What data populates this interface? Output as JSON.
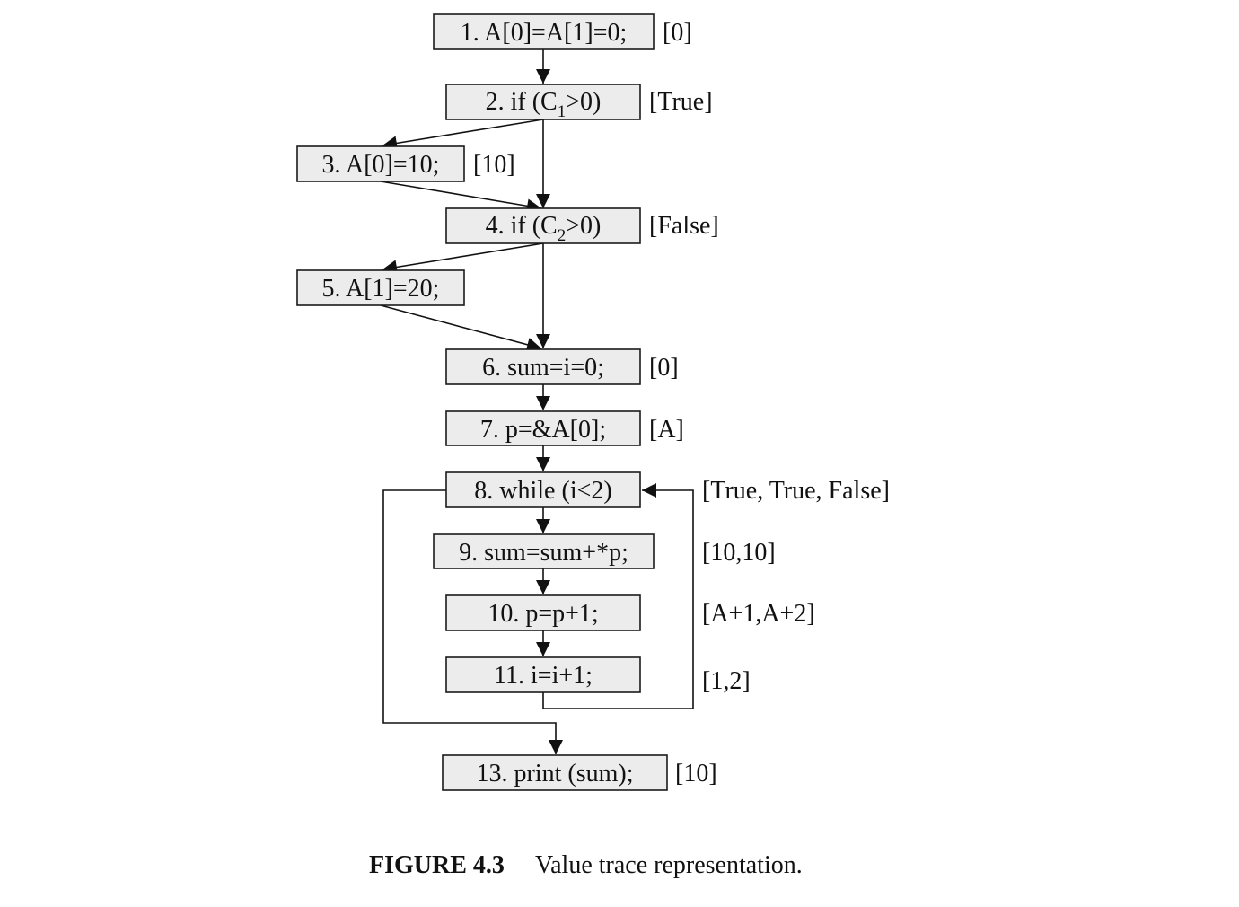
{
  "nodes": [
    {
      "id": "n1",
      "label": "1. A[0]=A[1]=0;",
      "trace": "[0]"
    },
    {
      "id": "n2",
      "label_pre": "2. if (C",
      "label_sub": "1",
      "label_post": ">0)",
      "trace": "[True]"
    },
    {
      "id": "n3",
      "label": "3. A[0]=10;",
      "trace": "[10]"
    },
    {
      "id": "n4",
      "label_pre": "4. if (C",
      "label_sub": "2",
      "label_post": ">0)",
      "trace": "[False]"
    },
    {
      "id": "n5",
      "label": "5. A[1]=20;",
      "trace": ""
    },
    {
      "id": "n6",
      "label": "6. sum=i=0;",
      "trace": "[0]"
    },
    {
      "id": "n7",
      "label": "7. p=&A[0];",
      "trace": "[A]"
    },
    {
      "id": "n8",
      "label": "8. while (i<2)",
      "trace": "[True, True, False]"
    },
    {
      "id": "n9",
      "label": "9. sum=sum+*p;",
      "trace": "[10,10]"
    },
    {
      "id": "n10",
      "label": "10. p=p+1;",
      "trace": "[A+1,A+2]"
    },
    {
      "id": "n11",
      "label": "11. i=i+1;",
      "trace": "[1,2]"
    },
    {
      "id": "n13",
      "label": "13. print (sum);",
      "trace": "[10]"
    }
  ],
  "caption": {
    "label": "FIGURE 4.3",
    "text": "Value trace representation."
  }
}
